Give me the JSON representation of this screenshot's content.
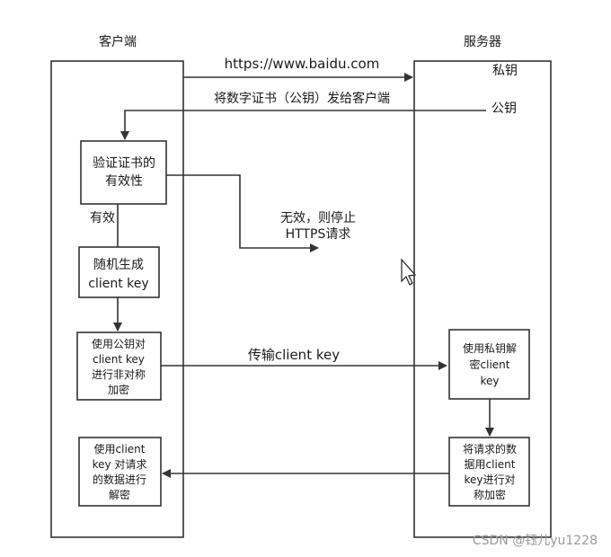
{
  "client_label": "客户端",
  "server_label": "服务器",
  "server_private_key": "私钥",
  "server_public_key": "公钥",
  "msg_request_url": "https://www.baidu.com",
  "msg_send_cert": "将数字证书（公钥）发给客户端",
  "client_boxes": {
    "verify_cert": [
      "验证证书的",
      "有效性"
    ],
    "gen_key": [
      "随机生成",
      "client key"
    ],
    "encrypt_key": [
      "使用公钥对",
      "client key",
      "进行非对称",
      "加密"
    ],
    "decrypt_data": [
      "使用client",
      "key 对请求",
      "的数据进行",
      "解密"
    ]
  },
  "valid_label": "有效",
  "invalid_label": [
    "无效，则停止",
    "HTTPS请求"
  ],
  "msg_transfer_key": "传输client key",
  "server_boxes": {
    "decrypt_key": [
      "使用私钥解",
      "密client",
      "key"
    ],
    "encrypt_data": [
      "将请求的数",
      "据用client",
      "key进行对",
      "称加密"
    ]
  },
  "watermark": "CSDN @钰儿yu1228",
  "colors": {
    "line": "#333333",
    "text": "#1a1a1a",
    "watermark": "#9a9a9a"
  }
}
